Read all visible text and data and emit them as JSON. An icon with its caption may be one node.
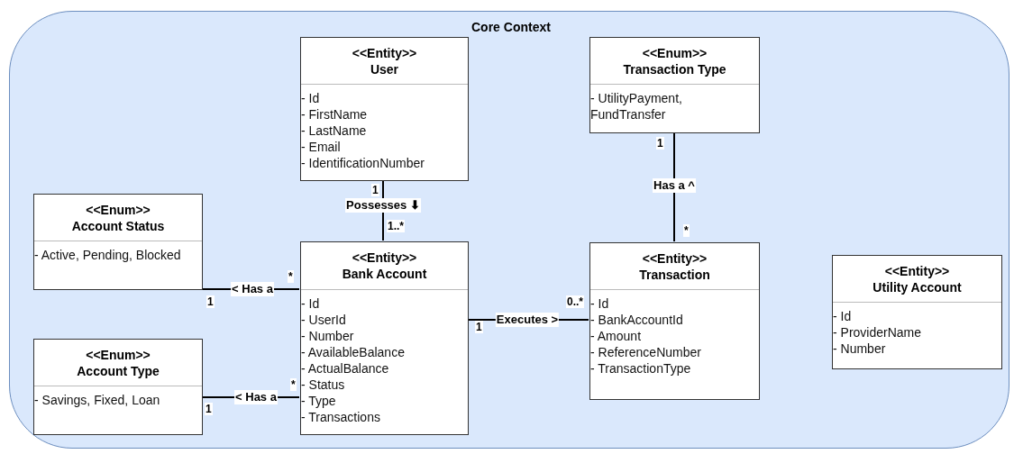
{
  "diagram": {
    "nodes": [
      {
        "text": [
          "Core Context"
        ]
      },
      {
        "text": [
          "<<Entity>>",
          "User",
          "- Id",
          "- FirstName",
          "- LastName",
          "- Email",
          "- IdentificationNumber"
        ],
        "in": 0
      },
      {
        "text": [
          "<<Enum>>",
          "Transaction Type",
          "- UtilityPayment, FundTransfer"
        ],
        "in": 0
      },
      {
        "text": [
          "<<Enum>>",
          "Account Status",
          "- Active, Pending, Blocked"
        ],
        "in": 0
      },
      {
        "text": [
          "<<Entity>>",
          "Bank Account",
          "- Id",
          "- UserId",
          "- Number",
          "- AvailableBalance",
          "- ActualBalance",
          "- Status",
          "- Type",
          "- Transactions"
        ],
        "in": 0
      },
      {
        "text": [
          "<<Entity>>",
          "Transaction",
          "- Id",
          "- BankAccountId",
          "- Amount",
          "- ReferenceNumber",
          "- TransactionType"
        ],
        "in": 0
      },
      {
        "text": [
          "<<Entity>>",
          "Utility Account",
          "- Id",
          "- ProviderName",
          "- Number"
        ],
        "in": 0
      },
      {
        "text": [
          "<<Enum>>",
          "Account Type",
          "- Savings, Fixed, Loan"
        ],
        "in": 0
      }
    ],
    "edges": [
      {
        "from": 1,
        "to": 4,
        "arrow": "none",
        "label": "Possesses ⬇"
      },
      {
        "from": 3,
        "to": 4,
        "arrow": "none",
        "label": "< Has a"
      },
      {
        "from": 7,
        "to": 4,
        "arrow": "none",
        "label": "< Has a"
      },
      {
        "from": 4,
        "to": 5,
        "arrow": "none",
        "label": "Executes >"
      },
      {
        "from": 2,
        "to": 5,
        "arrow": "none",
        "label": "Has a ^"
      }
    ],
    "labels": [
      "1",
      "1..*",
      "1",
      "*",
      "*",
      "1",
      "1",
      "0..*",
      "*",
      "1"
    ]
  }
}
